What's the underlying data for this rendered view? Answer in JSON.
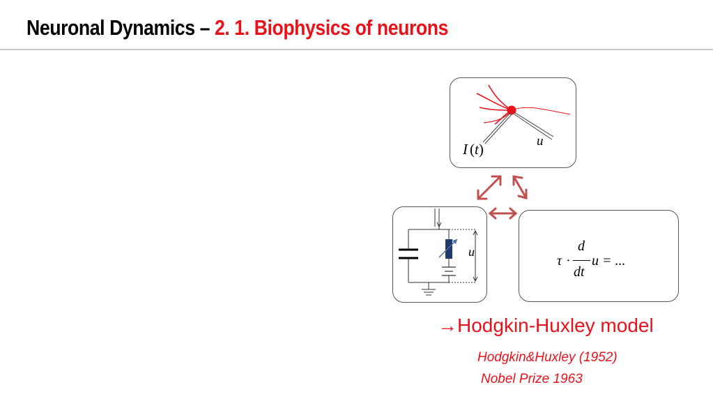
{
  "title": {
    "prefix": "Neuronal Dynamics – ",
    "highlight": "2. 1. Biophysics of neurons"
  },
  "neuron_panel": {
    "input_label_I": "I",
    "input_label_open": "(",
    "input_label_t": "t",
    "input_label_close": ")",
    "output_label": "u"
  },
  "circuit_panel": {
    "voltage_label": "u"
  },
  "equation_panel": {
    "tau": "τ",
    "dot": "·",
    "numerator": "d",
    "denominator": "dt",
    "rhs": "u = ..."
  },
  "conclusion": {
    "arrow": "→",
    "text": "Hodgkin-Huxley model"
  },
  "references": {
    "paper": "Hodgkin&Huxley (1952)",
    "prize": "Nobel Prize 1963"
  },
  "colors": {
    "accent": "#e8121b",
    "arrow": "#c0504d",
    "neuron": "#e8121b",
    "resistor": "#1f3a6b"
  }
}
